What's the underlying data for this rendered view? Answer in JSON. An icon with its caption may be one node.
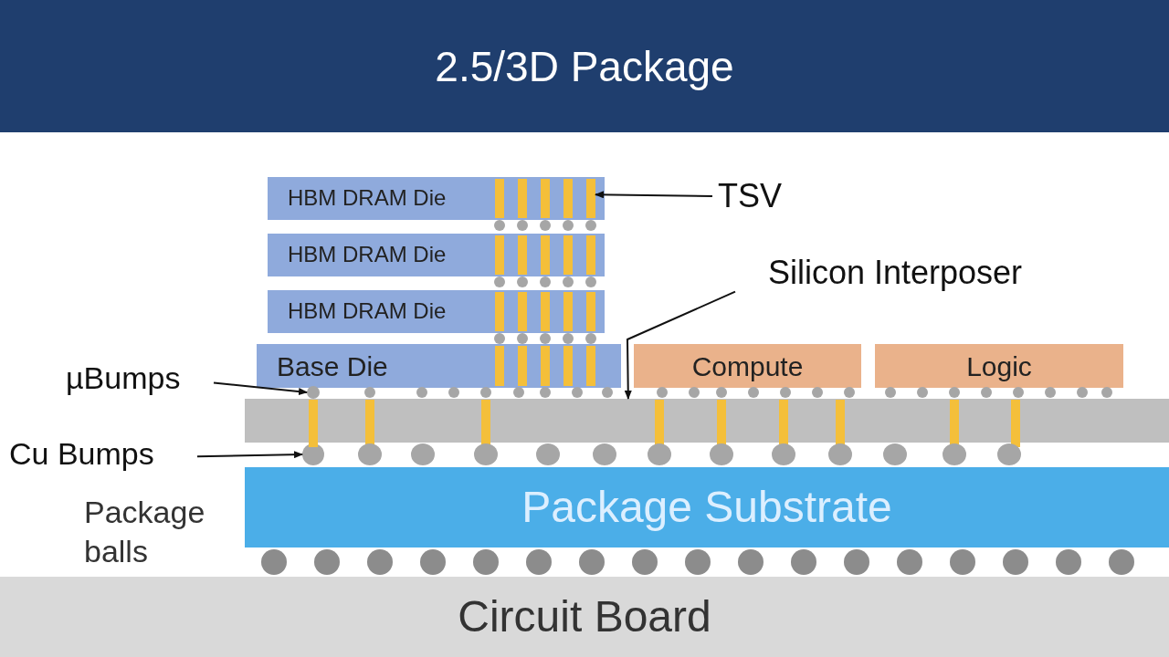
{
  "diagram": {
    "title": "2.5/3D Package",
    "nodes": [
      {
        "text": [
          "HBM DRAM Die"
        ]
      },
      {
        "text": [
          "HBM DRAM Die"
        ]
      },
      {
        "text": [
          "HBM DRAM Die"
        ]
      },
      {
        "text": [
          "Base Die"
        ]
      },
      {
        "text": [
          "Compute"
        ]
      },
      {
        "text": [
          "Logic"
        ]
      },
      {
        "text": [],
        "shape": "bar"
      },
      {
        "text": [
          "Package Substrate"
        ]
      },
      {
        "text": [
          "Circuit Board"
        ]
      },
      {
        "text": [
          "TSV"
        ]
      },
      {
        "text": [
          "Silicon Interposer"
        ]
      },
      {
        "text": [
          "µBumps"
        ]
      },
      {
        "text": [
          "Cu Bumps"
        ]
      },
      {
        "text": [],
        "shape": "bar",
        "in": 0
      },
      {
        "text": [],
        "shape": "circle"
      },
      {
        "text": [],
        "shape": "circle"
      }
    ],
    "edges": [
      {
        "from": 9,
        "to": 13,
        "arrow": "to"
      },
      {
        "from": 10,
        "to": 6,
        "arrow": "to"
      },
      {
        "from": 11,
        "to": 14,
        "arrow": "to"
      },
      {
        "from": 12,
        "to": 15,
        "arrow": "to"
      }
    ],
    "labels": [
      "Package balls"
    ]
  }
}
